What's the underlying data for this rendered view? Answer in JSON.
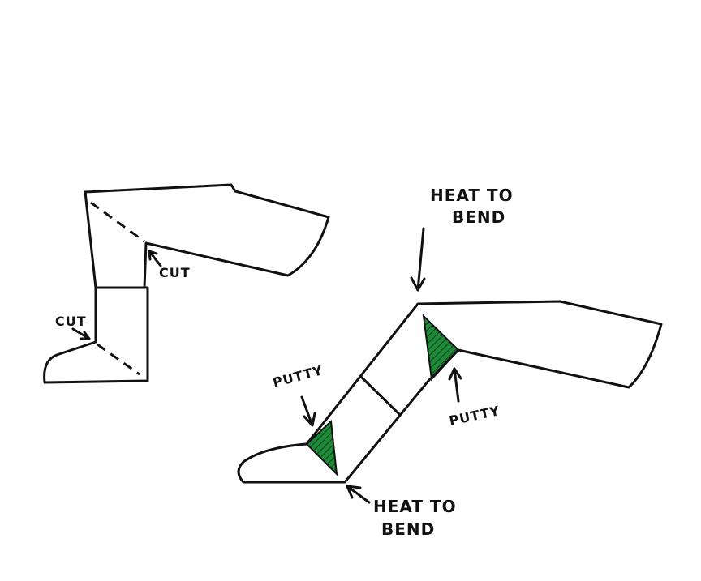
{
  "labels": {
    "cut_knee": "CUT",
    "cut_ankle": "CUT",
    "heat_knee_line1": "HEAT TO",
    "heat_knee_line2": "BEND",
    "heat_ankle_line1": "HEAT TO",
    "heat_ankle_line2": "BEND",
    "putty_ankle": "PUTTY",
    "putty_knee": "PUTTY"
  },
  "colors": {
    "ink": "#111111",
    "putty": "#1f8a3a"
  }
}
